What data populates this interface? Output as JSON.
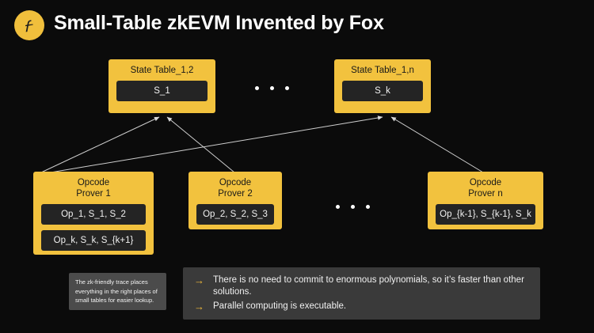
{
  "header": {
    "logo_icon": "filecoin-logo-icon",
    "title": "Small-Table zkEVM Invented by Fox"
  },
  "diagram": {
    "state_tables": [
      {
        "title": "State Table_1,2",
        "rows": [
          "S_1"
        ]
      },
      {
        "title": "State Table_1,n",
        "rows": [
          "S_k"
        ]
      }
    ],
    "tables_ellipsis": "• • •",
    "provers": [
      {
        "title": "Opcode\nProver 1",
        "rows": [
          "Op_1, S_1, S_2",
          "Op_k, S_k, S_{k+1}"
        ]
      },
      {
        "title": "Opcode\nProver 2",
        "rows": [
          "Op_2, S_2, S_3"
        ]
      },
      {
        "title": "Opcode\nProver n",
        "rows": [
          "Op_{k-1}, S_{k-1}, S_k"
        ]
      }
    ],
    "provers_ellipsis": "• • •"
  },
  "note": {
    "text": "The zk-friendly trace places everything in the right places of small tables for easier lookup."
  },
  "bullets": {
    "marker": "→",
    "items": [
      "There is no need to commit to enormous polynomials, so it’s faster than other solutions.",
      "Parallel computing is executable."
    ]
  },
  "colors": {
    "background": "#0b0b0b",
    "gold": "#f2c23e",
    "dark_row": "#242424",
    "note_panel": "#4b4b4b",
    "bullet_panel": "#3a3a3a",
    "arrow": "#cfcfcf",
    "text_light": "#ffffff"
  }
}
